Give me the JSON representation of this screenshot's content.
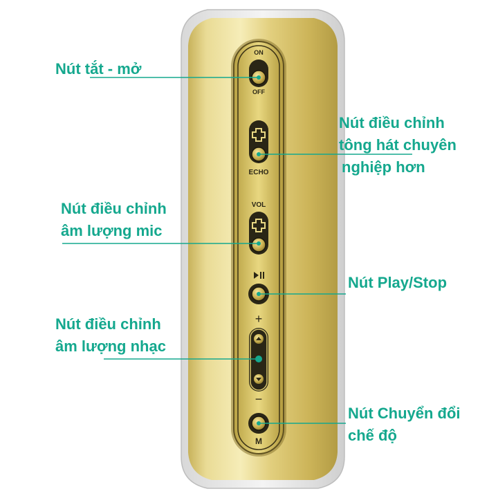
{
  "device": {
    "power_top": "ON",
    "power_bottom": "OFF",
    "echo_label": "ECHO",
    "vol_label": "VOL",
    "music_plus": "+",
    "music_minus": "−",
    "mode_label": "M",
    "play_icon": "play-pause-icon",
    "plus_icon": "plus-rocker-icon"
  },
  "labels": {
    "power": "Nút tắt - mở",
    "echo_line1": "Nút điều chỉnh",
    "echo_line2": "tông hát chuyên",
    "echo_line3": "nghiệp hơn",
    "mic_line1": "Nút điều chỉnh",
    "mic_line2": "âm lượng mic",
    "play": "Nút Play/Stop",
    "music_line1": "Nút điều chỉnh",
    "music_line2": "âm lượng nhạc",
    "mode_line1": "Nút Chuyển đổi",
    "mode_line2": "chế độ"
  },
  "colors": {
    "accent_text": "#15a88e",
    "gold_light": "#f3e7a6",
    "gold_mid": "#d9c163",
    "gold_dark": "#9b8630",
    "button_dark": "#2a2616"
  }
}
